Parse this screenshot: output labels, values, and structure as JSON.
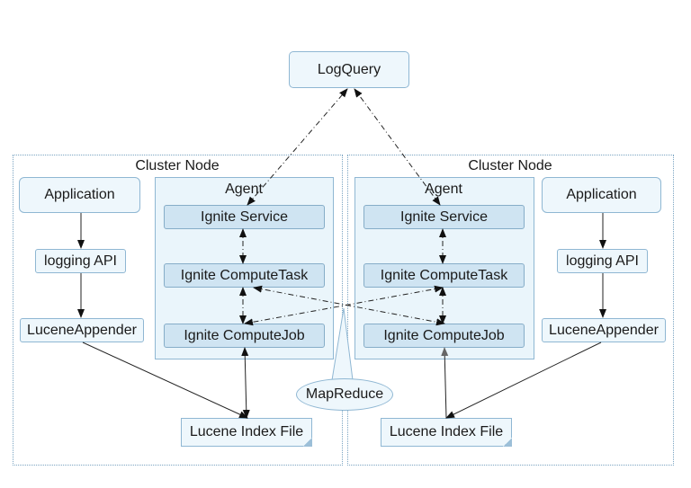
{
  "logquery": "LogQuery",
  "mapreduce": "MapReduce",
  "nodes": [
    {
      "title": "Cluster Node",
      "application": "Application",
      "logging_api": "logging API",
      "appender": "LuceneAppender",
      "index_file": "Lucene Index File",
      "agent": {
        "title": "Agent",
        "service": "Ignite Service",
        "task": "Ignite ComputeTask",
        "job": "Ignite ComputeJob"
      }
    },
    {
      "title": "Cluster Node",
      "application": "Application",
      "logging_api": "logging API",
      "appender": "LuceneAppender",
      "index_file": "Lucene Index File",
      "agent": {
        "title": "Agent",
        "service": "Ignite Service",
        "task": "Ignite ComputeTask",
        "job": "Ignite ComputeJob"
      }
    }
  ],
  "colors": {
    "node_box_fill": "#eef7fc",
    "ignite_box_fill": "#cfe4f2",
    "border": "#8fb7d3",
    "connector": "#1a1a1a"
  }
}
